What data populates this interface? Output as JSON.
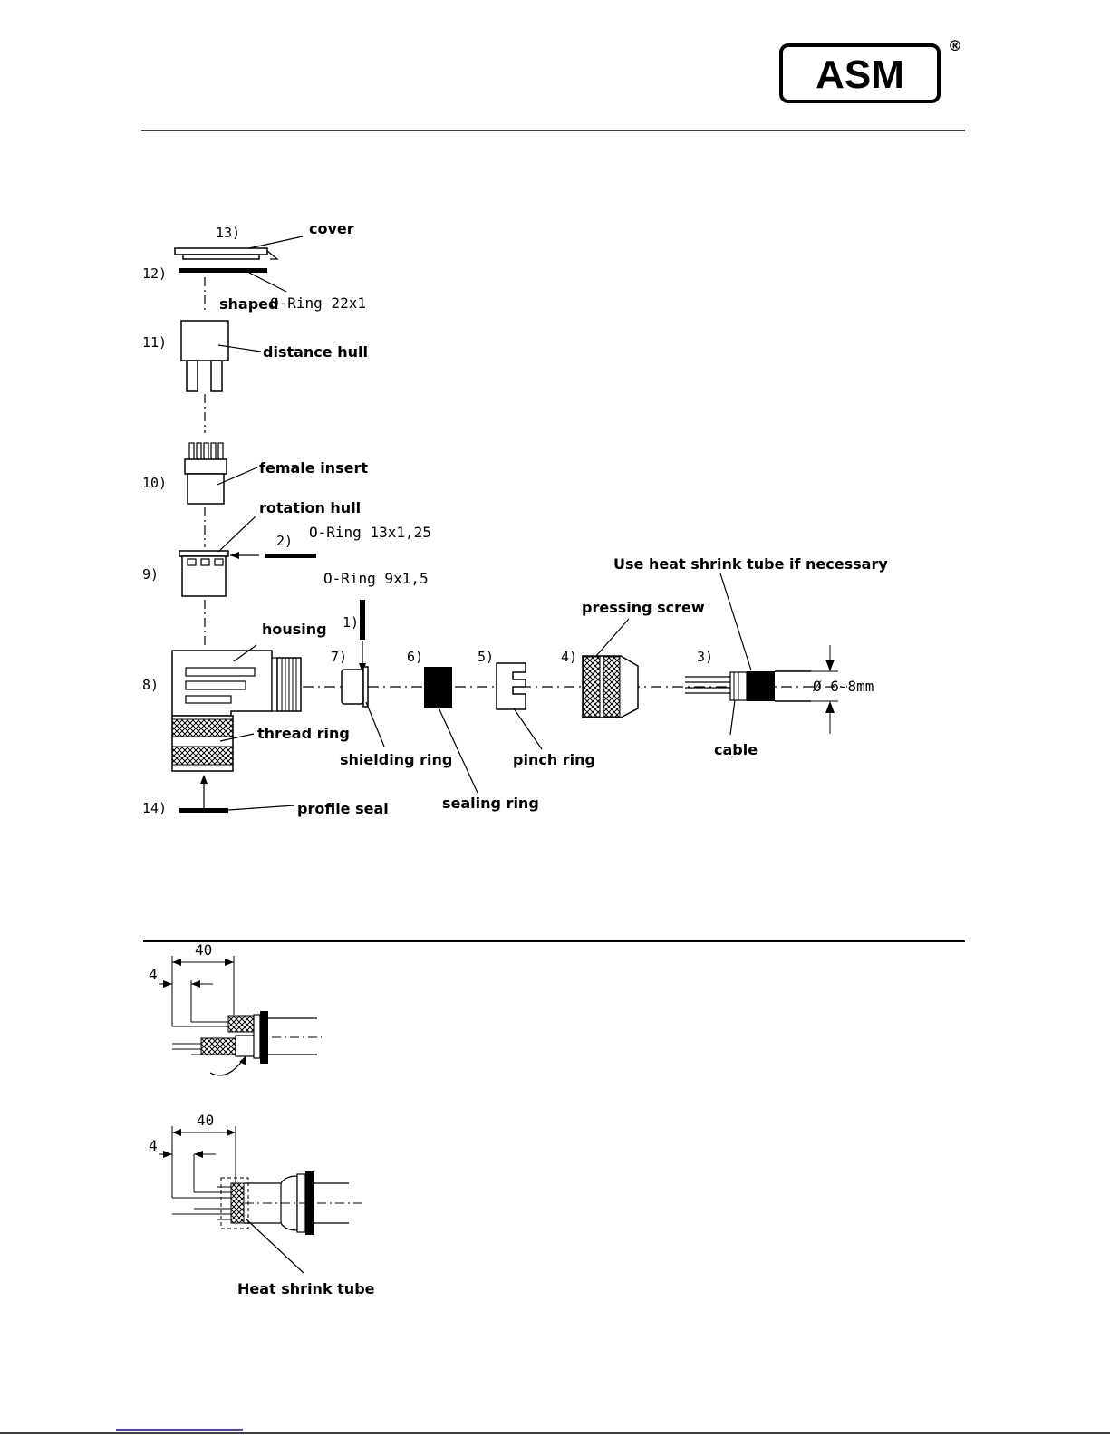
{
  "logo": {
    "text": "ASM",
    "registered": "®"
  },
  "assembly": {
    "numbers": {
      "n1": "1)",
      "n2": "2)",
      "n3": "3)",
      "n4": "4)",
      "n5": "5)",
      "n6": "6)",
      "n7": "7)",
      "n8": "8)",
      "n9": "9)",
      "n10": "10)",
      "n11": "11)",
      "n12": "12)",
      "n13": "13)",
      "n14": "14)"
    },
    "labels": {
      "cover": "cover",
      "shaped": "shaped",
      "oring_22": "O-Ring  22x1",
      "distance_hull": "distance hull",
      "female_insert": "female insert",
      "rotation_hull": "rotation hull",
      "oring_13": "O-Ring  13x1,25",
      "oring_9": "O-Ring  9x1,5",
      "housing": "housing",
      "thread_ring": "thread ring",
      "shielding_ring": "shielding ring",
      "sealing_ring": "sealing ring",
      "pinch_ring": "pinch ring",
      "pressing_screw": "pressing screw",
      "heat_shrink_note": "Use heat shrink tube if necessary",
      "cable": "cable",
      "profile_seal": "profile seal",
      "diameter": "Ø 6-8mm"
    }
  },
  "cable_prep": {
    "dim_40": "40",
    "dim_4": "4",
    "heat_shrink_tube": "Heat shrink tube"
  },
  "colors": {
    "ink": "#000000",
    "footer_link": "#0000ee"
  }
}
